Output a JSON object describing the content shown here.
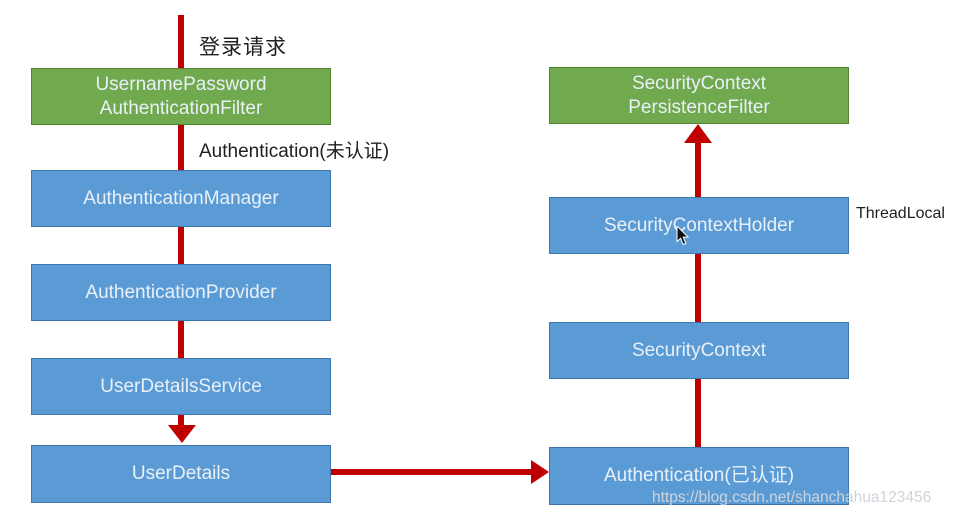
{
  "colors": {
    "green_fill": "#71a94e",
    "green_border": "#568436",
    "blue_fill": "#5b9bd5",
    "blue_border": "#4176ac",
    "arrow_red": "#c00000",
    "label_text": "#1f1f1f",
    "box_text": "#e9f0f8",
    "watermark_text": "#cfd4da"
  },
  "labels": {
    "login_request": "登录请求",
    "auth_unauthenticated": "Authentication(未认证)",
    "thread_local": "ThreadLocal",
    "watermark": "https://blog.csdn.net/shanchahua123456"
  },
  "nodes": {
    "filter_line1": "UsernamePassword",
    "filter_line2": "AuthenticationFilter",
    "manager": "AuthenticationManager",
    "provider": "AuthenticationProvider",
    "service": "UserDetailsService",
    "user_details": "UserDetails",
    "persistence_line1": "SecurityContext",
    "persistence_line2": "PersistenceFilter",
    "holder": "SecurityContextHolder",
    "context": "SecurityContext",
    "auth_authenticated": "Authentication(已认证)"
  }
}
